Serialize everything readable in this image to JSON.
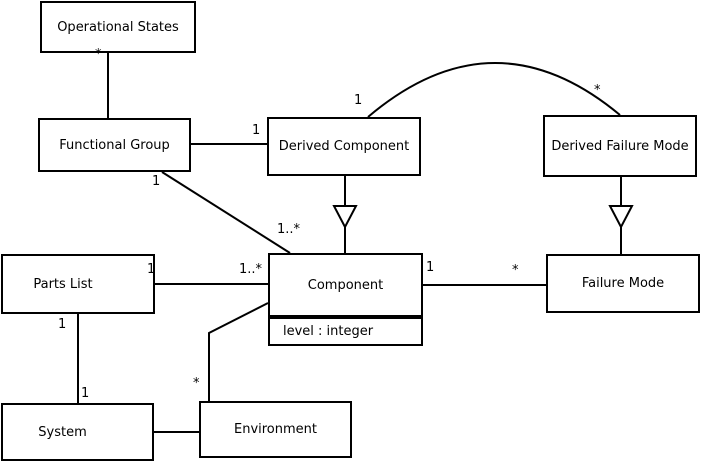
{
  "diagram": {
    "type": "uml-class-diagram",
    "classes": [
      {
        "name": "Operational States"
      },
      {
        "name": "Functional Group"
      },
      {
        "name": "Derived Component"
      },
      {
        "name": "Derived Failure Mode"
      },
      {
        "name": "Parts List"
      },
      {
        "name": "Component",
        "attributes": [
          "level : integer"
        ]
      },
      {
        "name": "Failure Mode"
      },
      {
        "name": "System"
      },
      {
        "name": "Environment"
      }
    ],
    "labels": [
      "*",
      "1",
      "1",
      "1..*",
      "1",
      "*",
      "1",
      "1..*",
      "1",
      "*",
      "1",
      "1",
      "*"
    ],
    "relationships": [
      {
        "from": "Functional Group",
        "to": "Operational States",
        "to_multiplicity": "*",
        "type": "association"
      },
      {
        "from": "Functional Group",
        "to": "Derived Component",
        "near_derived_component": "1",
        "type": "association"
      },
      {
        "from": "Functional Group",
        "to": "Component",
        "from_multiplicity": "1",
        "to_multiplicity": "1..*",
        "type": "association"
      },
      {
        "from": "Derived Component",
        "to": "Derived Failure Mode",
        "from_multiplicity": "1",
        "to_multiplicity": "*",
        "type": "association",
        "style": "arc"
      },
      {
        "from": "Derived Component",
        "to": "Component",
        "type": "generalization"
      },
      {
        "from": "Derived Failure Mode",
        "to": "Failure Mode",
        "type": "generalization"
      },
      {
        "from": "Parts List",
        "to": "Component",
        "from_multiplicity": "1",
        "to_multiplicity": "1..*",
        "type": "association"
      },
      {
        "from": "Component",
        "to": "Failure Mode",
        "from_multiplicity": "1",
        "to_multiplicity": "*",
        "type": "association"
      },
      {
        "from": "Parts List",
        "to": "System",
        "from_multiplicity": "1",
        "to_multiplicity": "1",
        "type": "association"
      },
      {
        "from": "System",
        "to": "Environment",
        "type": "association"
      },
      {
        "from": "Environment",
        "to": "Component",
        "from_multiplicity": "*",
        "type": "association"
      }
    ],
    "colors": {
      "background": "#ffffff",
      "box_fill": "#ffffff",
      "line": "#000000",
      "text": "#000000"
    }
  }
}
